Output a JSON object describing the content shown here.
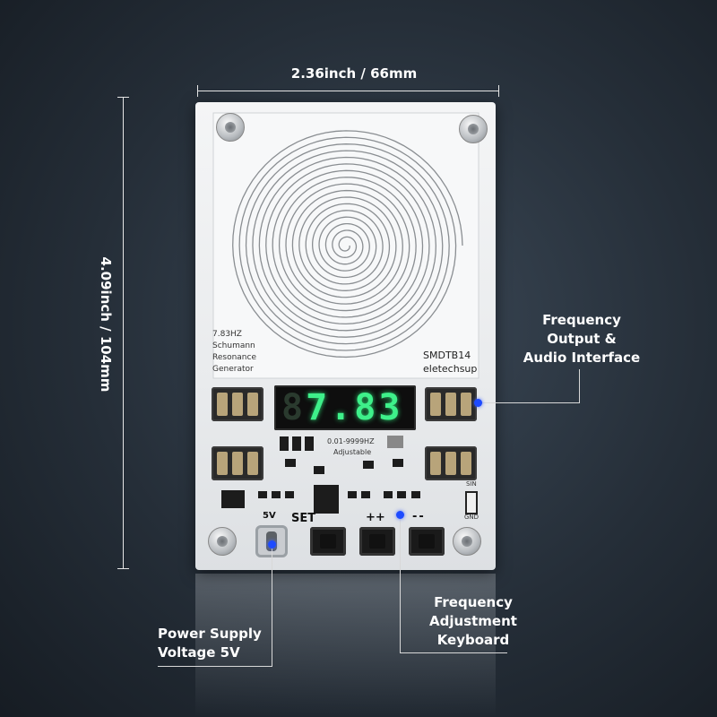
{
  "dimensions": {
    "width_label": "2.36inch / 66mm",
    "height_label": "4.09inch / 104mm"
  },
  "board": {
    "title_lines": [
      "7.83HZ",
      "Schumann",
      "Resonance",
      "Generator"
    ],
    "model_lines": [
      "SMDTB14",
      "eletechsup"
    ],
    "display_value": "7.83",
    "display_off_digit": "8",
    "range_label": "0.01-9999HZ",
    "adjustable_label": "Adjustable",
    "set_label": "SET",
    "plus_label": "++",
    "minus_label": "--",
    "usb_label": "5V",
    "sin_label": "SIN",
    "gnd_label": "GND"
  },
  "callouts": {
    "frequency_output": [
      "Frequency",
      "Output &",
      "Audio Interface"
    ],
    "frequency_adjustment": [
      "Frequency",
      "Adjustment",
      "Keyboard"
    ],
    "power_supply": [
      "Power Supply",
      "Voltage 5V"
    ]
  },
  "colors": {
    "display_digit": "#3ef08a",
    "callout_dot": "#1e4bff",
    "background": "#2b3540"
  }
}
